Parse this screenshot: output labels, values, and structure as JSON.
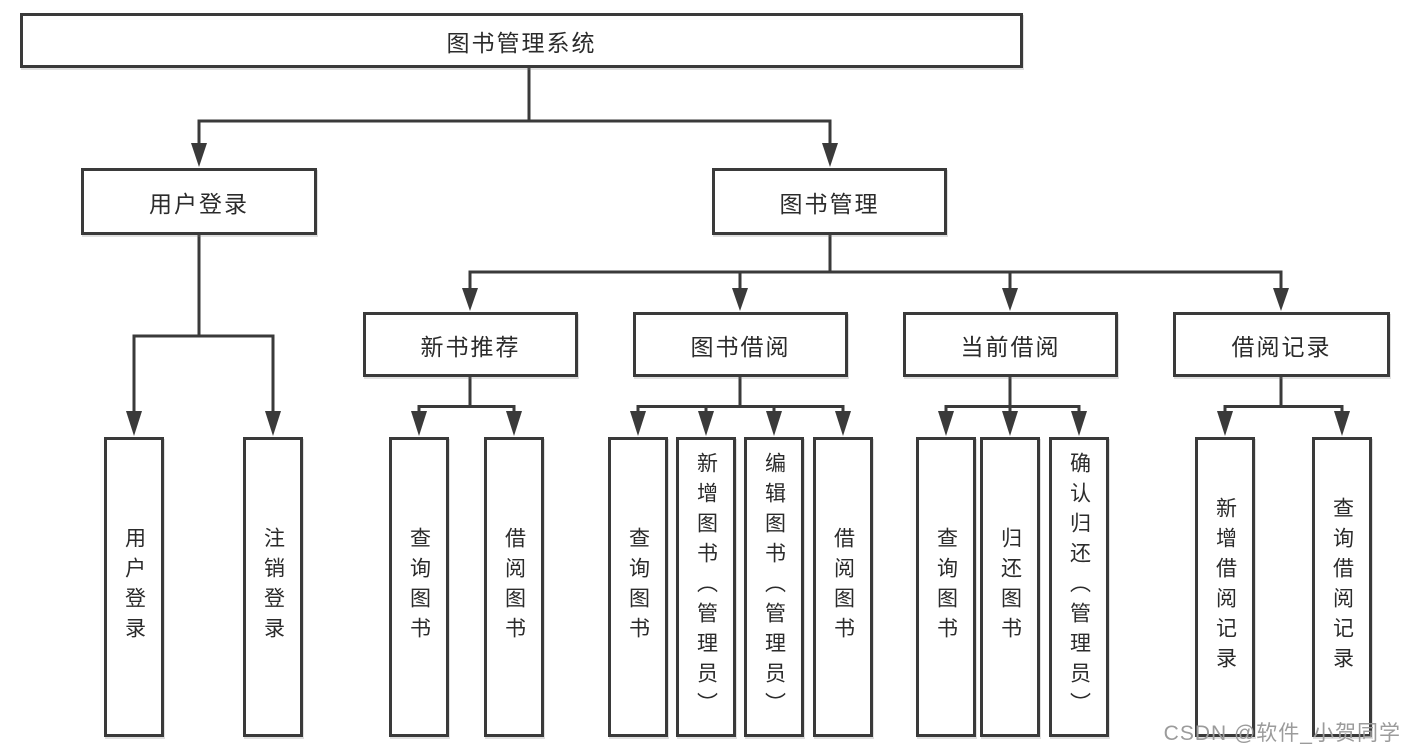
{
  "tree": {
    "label": "图书管理系统",
    "children": [
      {
        "label": "用户登录",
        "children": [
          {
            "label": "用户登录"
          },
          {
            "label": "注销登录"
          }
        ]
      },
      {
        "label": "图书管理",
        "children": [
          {
            "label": "新书推荐",
            "children": [
              {
                "label": "查询图书"
              },
              {
                "label": "借阅图书"
              }
            ]
          },
          {
            "label": "图书借阅",
            "children": [
              {
                "label": "查询图书"
              },
              {
                "label": "新增图书（管理员）"
              },
              {
                "label": "编辑图书（管理员）"
              },
              {
                "label": "借阅图书"
              }
            ]
          },
          {
            "label": "当前借阅",
            "children": [
              {
                "label": "查询图书"
              },
              {
                "label": "归还图书"
              },
              {
                "label": "确认归还（管理员）"
              }
            ]
          },
          {
            "label": "借阅记录",
            "children": [
              {
                "label": "新增借阅记录"
              },
              {
                "label": "查询借阅记录"
              }
            ]
          }
        ]
      }
    ]
  },
  "watermark": {
    "text": "CSDN @软件_小贺同学"
  },
  "colors": {
    "line": "#3a3a3a",
    "box_border": "#3a3a3a",
    "text": "#2b2b2b",
    "watermark": "#9b9b9b",
    "background": "#ffffff"
  }
}
